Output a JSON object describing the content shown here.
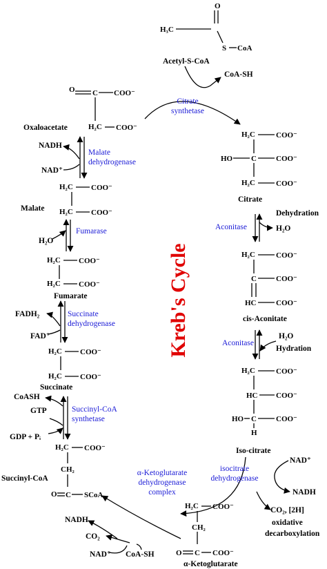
{
  "title": "Kreb's Cycle",
  "colors": {
    "title": "#e00000",
    "enzyme": "#1a1ad6",
    "structure": "#000000"
  },
  "compounds": {
    "acetyl_coa": "Acetyl-S-CoA",
    "citrate": "Citrate",
    "cis_aconitate": "cis-Aconitate",
    "isocitrate": "Iso-citrate",
    "alpha_ketoglutarate": "α-Ketoglutarate",
    "succinyl_coa": "Succinyl-CoA",
    "succinate": "Succinate",
    "fumarate": "Fumarate",
    "malate": "Malate",
    "oxaloacetate": "Oxaloacetate"
  },
  "enzymes": {
    "citrate_synthetase": [
      "Citrate",
      "synthetase"
    ],
    "aconitase_1": "Aconitase",
    "aconitase_2": "Aconitase",
    "isocitrate_dehydrogenase": [
      "isocitrate",
      "dehydrogenase"
    ],
    "akg_dehydrogenase": [
      "α-Ketoglutarate",
      "dehydrogenase",
      "complex"
    ],
    "succinyl_coa_synthetase": [
      "Succinyl-CoA",
      "synthetase"
    ],
    "succinate_dehydrogenase": [
      "Succinate",
      "dehydrogenase"
    ],
    "fumarase": "Fumarase",
    "malate_dehydrogenase": [
      "Malate",
      "dehydrogenase"
    ]
  },
  "cofactors": {
    "coash_out": "CoA-SH",
    "h2o_out": "H₂O",
    "dehydration": "Dehydration",
    "h2o_in": "H₂O",
    "hydration": "Hydration",
    "nad_isocitrate": "NAD⁺",
    "nadh_isocitrate": "NADH",
    "co2_2h": "CO₂, [2H]",
    "oxidative": "oxidative",
    "decarboxylation": "decarboxylation",
    "nadh_akg": "NADH",
    "co2_akg": "CO₂",
    "nad_akg": "NAD⁺",
    "coash_akg": "CoA-SH",
    "coash_succ": "CoASH",
    "gtp": "GTP",
    "gdp_pi": "GDP + Pᵢ",
    "fadh2": "FADH₂",
    "fad": "FAD⁺",
    "h2o_fum": "H₂O",
    "nadh_malate": "NADH",
    "nad_malate": "NAD⁺"
  },
  "atoms": {
    "o": "O",
    "c": "C",
    "s": "S",
    "h3c": "H₃C",
    "coa": "CoA",
    "scoa": "SCoA",
    "coo": "COO⁻",
    "h2c": "H₂C",
    "ch2": "CH₂",
    "ho": "HO",
    "hc": "HC",
    "h": "H"
  }
}
